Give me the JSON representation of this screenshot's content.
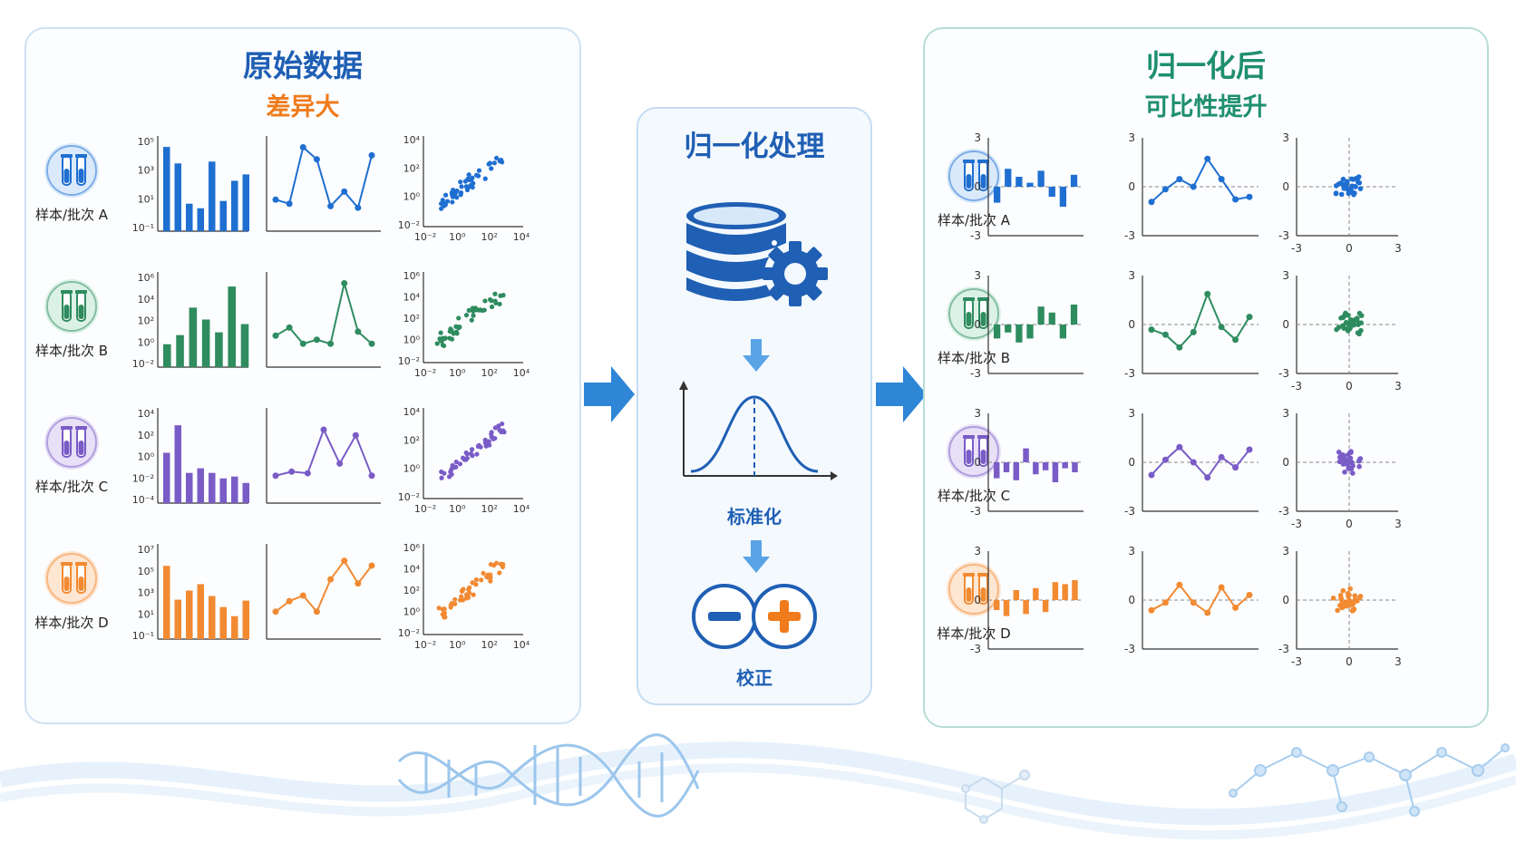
{
  "left": {
    "title": "原始数据",
    "subtitle": "差异大",
    "title_color": "#1f5fb4",
    "subtitle_color": "#f07b1c"
  },
  "middle": {
    "title": "归一化处理",
    "step1": "标准化",
    "step2": "校正",
    "accent": "#1f5fb4",
    "orange": "#f07b1c"
  },
  "right": {
    "title": "归一化后",
    "subtitle": "可比性提升",
    "title_color": "#1f8f6f",
    "subtitle_color": "#1f8f6f"
  },
  "samples": [
    {
      "label": "样本/批次 A",
      "color": "#1f6fd1",
      "light": "#dbeafa",
      "raw_bar_ticks": [
        "10⁵",
        "10³",
        "10¹",
        "10⁻¹"
      ],
      "raw_scatter_yticks": [
        "10⁴",
        "10²",
        "10⁰",
        "10⁻²"
      ],
      "raw_bars": [
        0.92,
        0.74,
        0.3,
        0.25,
        0.76,
        0.33,
        0.55,
        0.62
      ],
      "raw_line": [
        0.3,
        0.25,
        0.95,
        0.8,
        0.22,
        0.4,
        0.2,
        0.85
      ],
      "norm_bars": [
        -0.8,
        0.9,
        0.5,
        0.2,
        0.8,
        -0.5,
        -1.0,
        0.6
      ],
      "norm_line": [
        -0.6,
        -0.1,
        0.3,
        0.0,
        1.1,
        0.3,
        -0.5,
        -0.4
      ]
    },
    {
      "label": "样本/批次 B",
      "color": "#2e8c5f",
      "light": "#dcf1e6",
      "raw_bar_ticks": [
        "10⁶",
        "10⁴",
        "10²",
        "10⁰",
        "10⁻²"
      ],
      "raw_scatter_yticks": [
        "10⁶",
        "10⁴",
        "10²",
        "10⁰",
        "10⁻²"
      ],
      "raw_bars": [
        0.25,
        0.35,
        0.65,
        0.52,
        0.38,
        0.88,
        0.47
      ],
      "raw_line": [
        0.3,
        0.4,
        0.2,
        0.25,
        0.2,
        0.95,
        0.35,
        0.2
      ],
      "norm_bars": [
        -0.7,
        -0.4,
        -0.9,
        -0.7,
        0.9,
        0.6,
        -0.7,
        1.0
      ],
      "norm_line": [
        -0.2,
        -0.4,
        -0.9,
        -0.3,
        1.2,
        -0.1,
        -0.6,
        0.3
      ]
    },
    {
      "label": "样本/批次 C",
      "color": "#7a5cc7",
      "light": "#e7e0f6",
      "raw_bar_ticks": [
        "10⁴",
        "10²",
        "10⁰",
        "10⁻²",
        "10⁻⁴"
      ],
      "raw_scatter_yticks": [
        "10⁴",
        "10²",
        "10⁰",
        "10⁻²"
      ],
      "raw_bars": [
        0.55,
        0.85,
        0.33,
        0.38,
        0.33,
        0.27,
        0.29,
        0.22
      ],
      "raw_line": [
        0.25,
        0.3,
        0.28,
        0.82,
        0.4,
        0.75,
        0.25
      ],
      "norm_bars": [
        -0.8,
        -0.5,
        -0.9,
        0.7,
        -0.6,
        -0.4,
        -1.0,
        -0.3,
        -0.5
      ],
      "norm_line": [
        -0.5,
        0.1,
        0.6,
        0.0,
        -0.6,
        0.2,
        -0.2,
        0.5
      ]
    },
    {
      "label": "样本/批次 D",
      "color": "#f28a32",
      "light": "#fde6d2",
      "raw_bar_ticks": [
        "10⁷",
        "10⁵",
        "10³",
        "10¹",
        "10⁻¹"
      ],
      "raw_scatter_yticks": [
        "10⁶",
        "10⁴",
        "10²",
        "10⁰",
        "10⁻²"
      ],
      "raw_bars": [
        0.8,
        0.43,
        0.53,
        0.6,
        0.47,
        0.35,
        0.25,
        0.42
      ],
      "raw_line": [
        0.25,
        0.38,
        0.45,
        0.25,
        0.65,
        0.88,
        0.6,
        0.82
      ],
      "norm_bars": [
        -0.5,
        -0.8,
        0.5,
        -0.7,
        0.6,
        -0.6,
        0.9,
        0.8,
        1.0
      ],
      "norm_line": [
        -0.4,
        -0.1,
        0.6,
        -0.1,
        -0.5,
        0.5,
        -0.3,
        0.2
      ]
    }
  ],
  "axis_labels": {
    "raw_scatter_x": [
      "10⁻²",
      "10⁰",
      "10²",
      "10⁴"
    ],
    "norm_y": [
      "3",
      "0",
      "-3"
    ],
    "norm_scatter_x": [
      "-3",
      "0",
      "3"
    ]
  }
}
